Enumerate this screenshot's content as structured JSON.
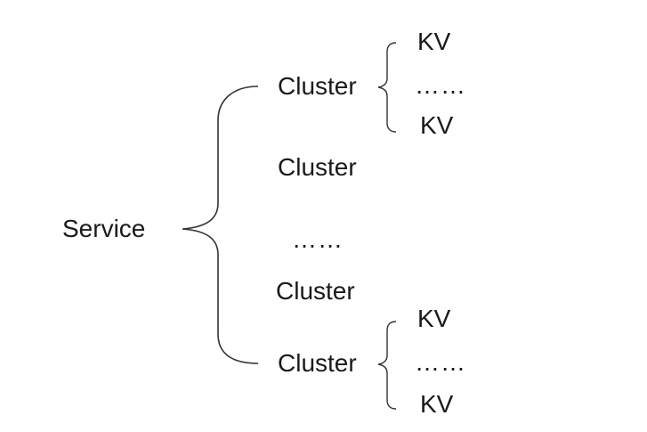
{
  "root": {
    "label": "Service"
  },
  "clusters": [
    {
      "label": "Cluster"
    },
    {
      "label": "Cluster"
    },
    {
      "label": "……"
    },
    {
      "label": "Cluster"
    },
    {
      "label": "Cluster"
    }
  ],
  "top_group": {
    "items": [
      "KV",
      "……",
      "KV"
    ]
  },
  "bottom_group": {
    "items": [
      "KV",
      "……",
      "KV"
    ]
  },
  "colors": {
    "stroke": "#333333",
    "text": "#1a1a1a"
  }
}
